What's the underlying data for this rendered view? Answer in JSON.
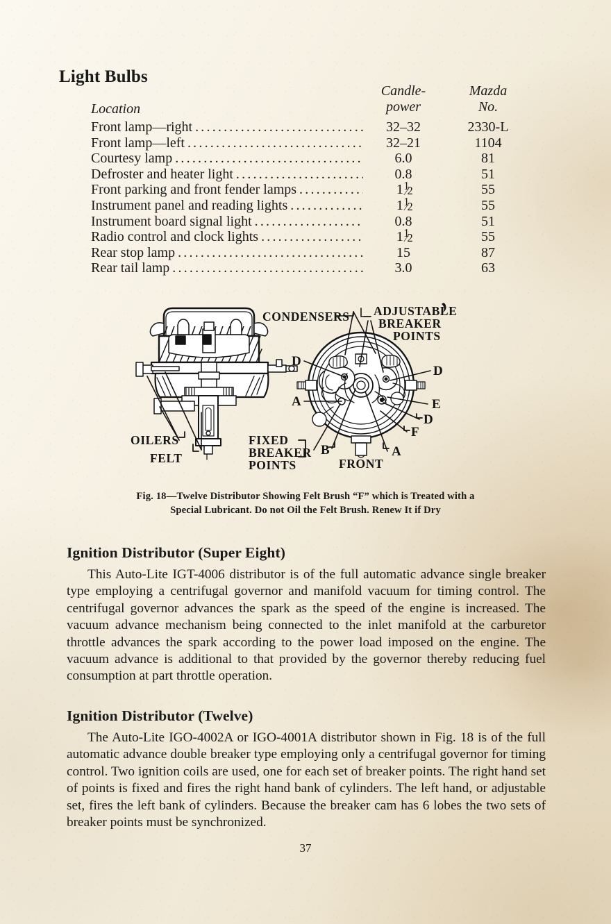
{
  "page": {
    "title": "Light Bulbs",
    "number": "37"
  },
  "bulb_table": {
    "headers": {
      "location": "Location",
      "candlepower_line1": "Candle-",
      "candlepower_line2": "power",
      "mazda_line1": "Mazda",
      "mazda_line2": "No."
    },
    "rows": [
      {
        "location": "Front lamp—right",
        "candlepower": "32–32",
        "mazda": "2330-L"
      },
      {
        "location": "Front lamp—left",
        "candlepower": "32–21",
        "mazda": "1104"
      },
      {
        "location": "Courtesy lamp",
        "candlepower": "6.0",
        "mazda": "81"
      },
      {
        "location": "Defroster and heater light",
        "candlepower": "0.8",
        "mazda": "51"
      },
      {
        "location": "Front parking and front fender lamps",
        "candlepower": "1½",
        "mazda": "55"
      },
      {
        "location": "Instrument panel and reading lights",
        "candlepower": "1½",
        "mazda": "55"
      },
      {
        "location": "Instrument board signal light",
        "candlepower": "0.8",
        "mazda": "51"
      },
      {
        "location": "Radio control and clock lights",
        "candlepower": "1½",
        "mazda": "55"
      },
      {
        "location": "Rear stop lamp",
        "candlepower": "15",
        "mazda": "87"
      },
      {
        "location": "Rear tail lamp",
        "candlepower": "3.0",
        "mazda": "63"
      }
    ]
  },
  "figure": {
    "caption_line1": "Fig. 18—Twelve Distributor Showing Felt Brush “F” which is Treated with a",
    "caption_line2": "Special Lubricant. Do not Oil the Felt Brush. Renew It if Dry",
    "labels": {
      "condensers": "CONDENSERS",
      "adjustable_line1": "ADJUSTABLE",
      "adjustable_line2": "BREAKER",
      "adjustable_line3": "POINTS",
      "oilers": "OILERS",
      "felt": "FELT",
      "fixed_line1": "FIXED",
      "fixed_line2": "BREAKER",
      "fixed_line3": "POINTS",
      "front": "FRONT",
      "d_left": "D",
      "d_right": "D",
      "d_lower_right": "D",
      "a_left": "A",
      "a_lower": "A",
      "e": "E",
      "f": "F",
      "b": "B"
    }
  },
  "sections": [
    {
      "heading": "Ignition Distributor (Super Eight)",
      "body": "This Auto-Lite IGT-4006 distributor is of the full automatic advance single breaker type employing a centrifugal governor and manifold vacuum for timing control. The centrifugal governor advances the spark as the speed of the engine is increased. The vacuum advance mechanism being connected to the inlet manifold at the carburetor throttle advances the spark according to the power load imposed on the engine. The vacuum advance is additional to that provided by the governor thereby reducing fuel consumption at part throttle operation."
    },
    {
      "heading": "Ignition Distributor (Twelve)",
      "body": "The Auto-Lite IGO-4002A or IGO-4001A distributor shown in Fig. 18 is of the full automatic advance double breaker type employing only a centrifugal governor for timing control. Two ignition coils are used, one for each set of breaker points. The right hand set of points is fixed and fires the right hand bank of cylinders. The left hand, or adjustable set, fires the left bank of cylinders. Because the breaker cam has 6 lobes the two sets of breaker points must be synchronized."
    }
  ],
  "colors": {
    "paper_light": "#fbf8f0",
    "paper_dark": "#e6dbc2",
    "ink": "#1a1a1a",
    "stain": "#b28e5c"
  }
}
